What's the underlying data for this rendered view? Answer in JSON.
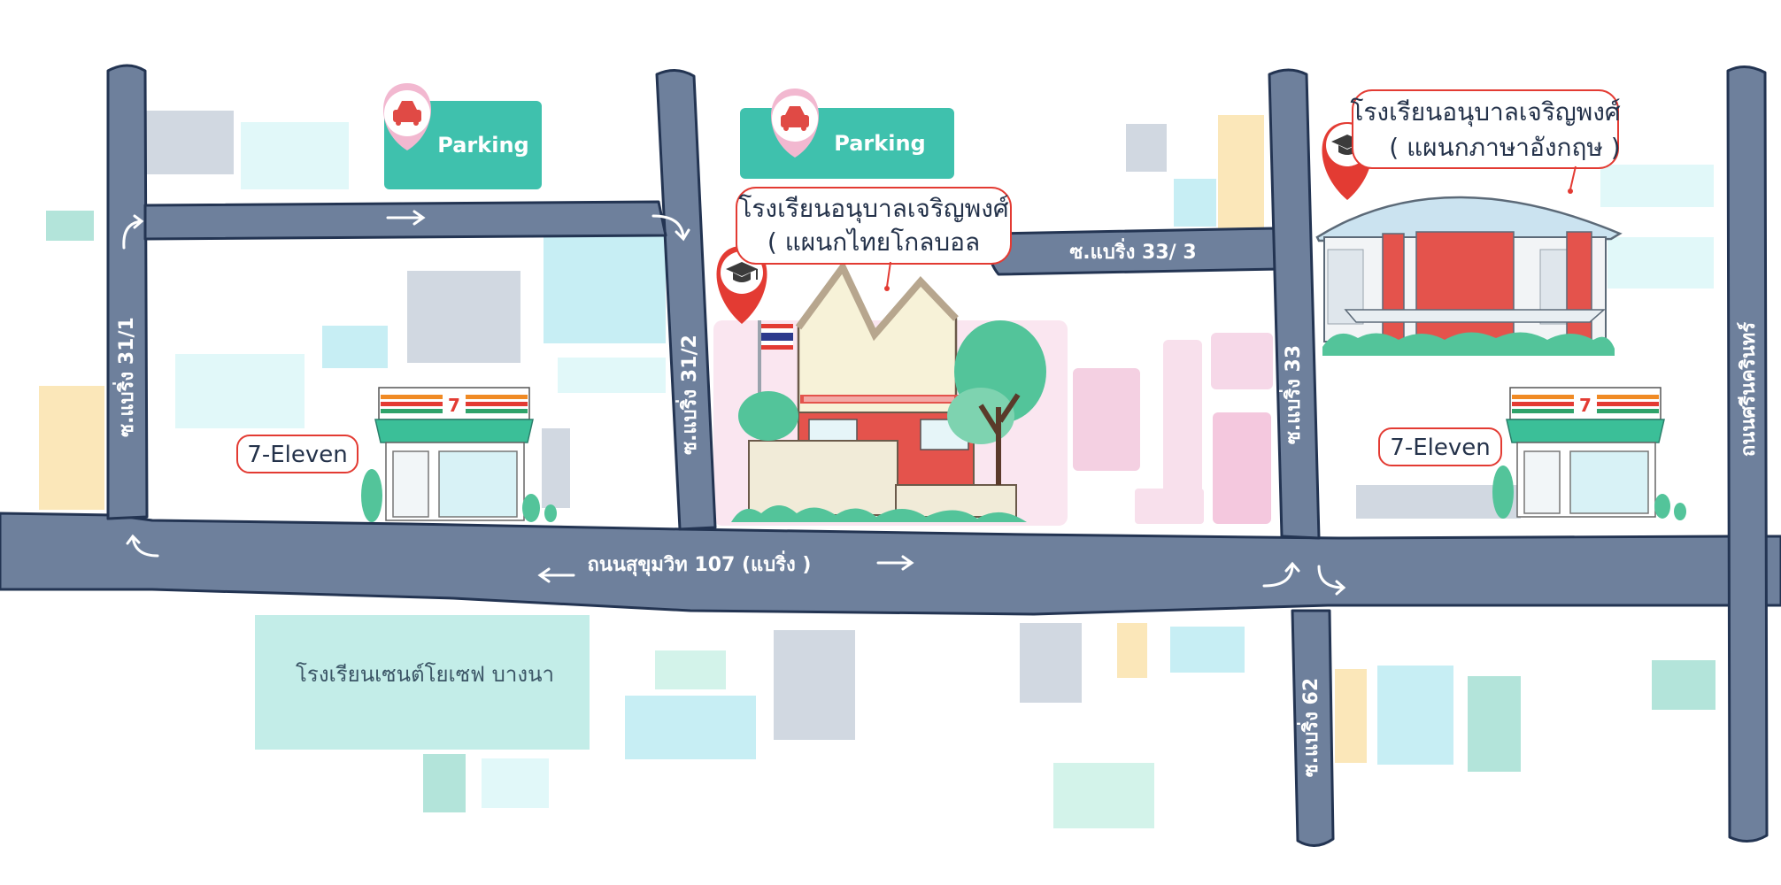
{
  "colors": {
    "road": "#6e809c",
    "road_edge": "#233452",
    "parking": "#3fc1ad",
    "pin_red": "#e33b33",
    "pin_pink": "#f2b8d0",
    "shop_green": "#3bbf98",
    "school_red": "#e4534c",
    "tree_green": "#53c49a"
  },
  "roads": {
    "main": "ถนนสุขุมวิท 107  (แบริ่ง )",
    "soi_31_1": "ซ.แบริ่ง 31/1",
    "soi_31_2": "ซ.แบริ่ง 31/2",
    "soi_33_3": "ซ.แบริ่ง 33/ 3",
    "soi_33": "ซ.แบริ่ง 33",
    "soi_62": "ซ.แบริ่ง 62",
    "srinakarin": "ถนนศรีนครินทร์"
  },
  "parking": [
    {
      "label": "Parking",
      "icon": "car-icon"
    },
    {
      "label": "Parking",
      "icon": "car-icon"
    }
  ],
  "schools": [
    {
      "name": "โรงเรียนอนุบาลเจริญพงศ์",
      "sub": "( แผนกไทยโกลบอล",
      "icon": "graduation-cap-icon"
    },
    {
      "name": "โรงเรียนอนุบาลเจริญพงศ์",
      "sub": "( แผนกภาษาอังกฤษ )",
      "icon": "graduation-cap-icon"
    }
  ],
  "stores": [
    {
      "label": "7-Eleven"
    },
    {
      "label": "7-Eleven"
    }
  ],
  "landmarks": {
    "st_joseph": "โรงเรียนเซนต์โยเซฟ บางนา"
  }
}
